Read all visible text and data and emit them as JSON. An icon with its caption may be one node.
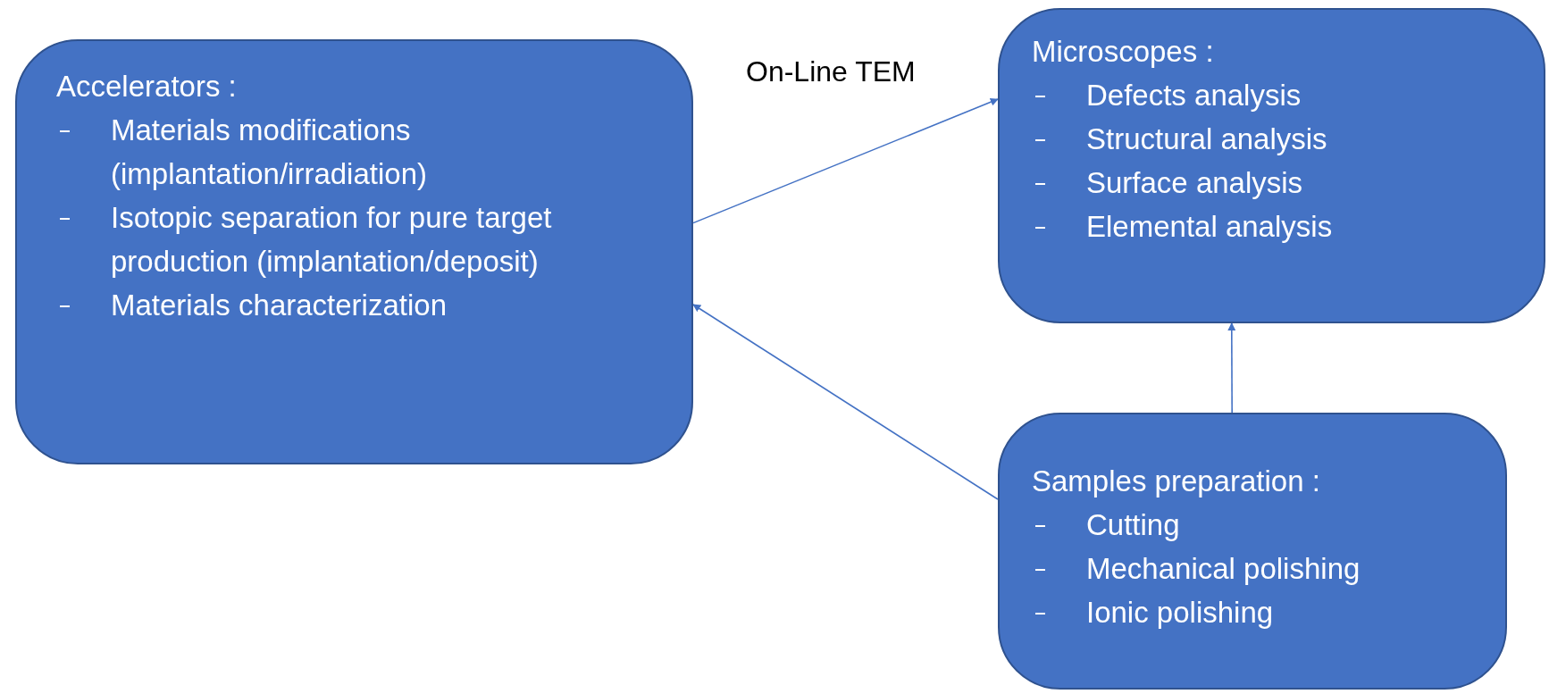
{
  "diagram": {
    "nodes": [
      {
        "text": [
          "Accelerators :",
          "Materials modifications (implantation/irradiation)",
          "Isotopic separation for pure target production (implantation/deposit)",
          "Materials characterization"
        ]
      },
      {
        "text": [
          "Microscopes :",
          "Defects analysis",
          "Structural analysis",
          "Surface analysis",
          "Elemental analysis"
        ]
      },
      {
        "text": [
          "Samples preparation :",
          "Cutting",
          "Mechanical polishing",
          "Ionic polishing"
        ]
      }
    ],
    "edges": [
      {
        "from": 0,
        "to": 1,
        "arrow": "to",
        "label": "On-Line TEM"
      },
      {
        "from": 2,
        "to": 1,
        "arrow": "to"
      },
      {
        "from": 2,
        "to": 0,
        "arrow": "to"
      }
    ]
  }
}
